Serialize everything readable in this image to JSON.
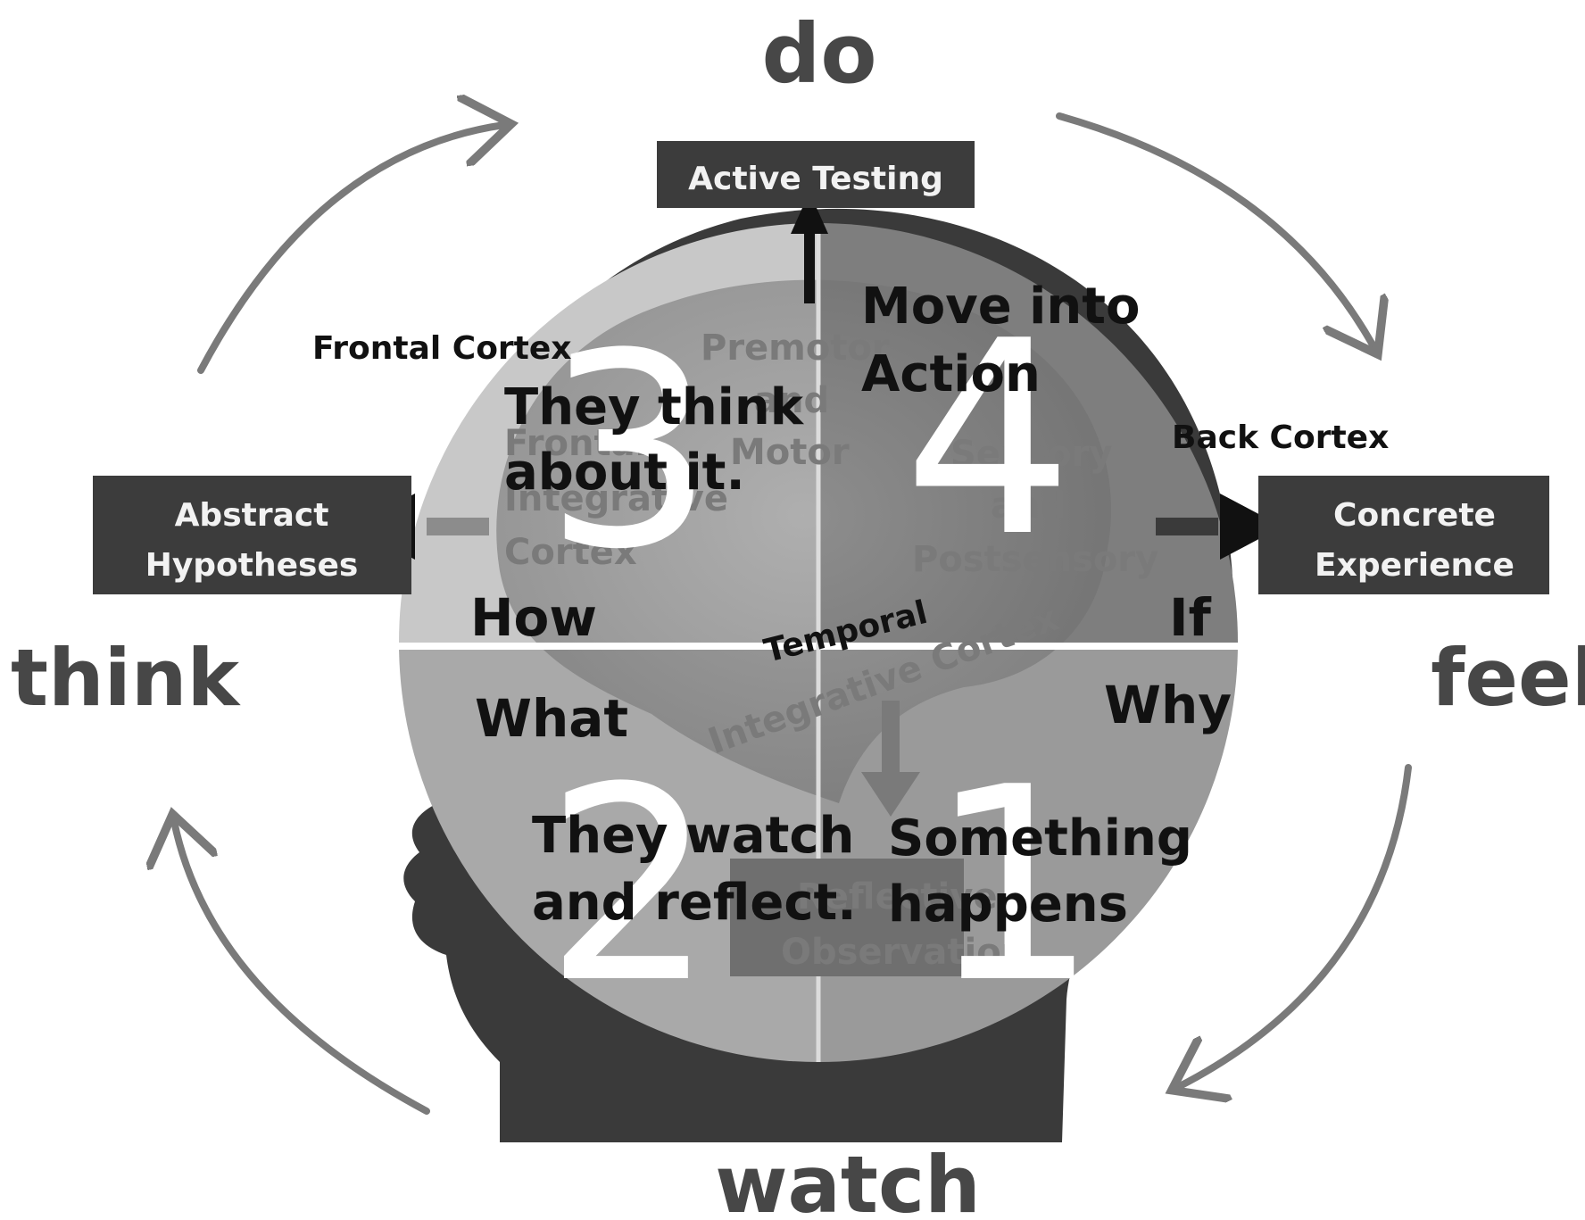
{
  "cycle": {
    "do": "do",
    "feel": "feel",
    "watch": "watch",
    "think": "think"
  },
  "boxes": {
    "active_testing": "Active Testing",
    "abstract_line1": "Abstract",
    "abstract_line2": "Hypotheses",
    "concrete_line1": "Concrete",
    "concrete_line2": "Experience"
  },
  "brain_regions": {
    "frontal": "Frontal Cortex",
    "back": "Back Cortex",
    "premotor_1": "Premotor",
    "premotor_2": "and",
    "premotor_3": "Motor",
    "frontal_int_1": "Frontal",
    "frontal_int_2": "Integrative",
    "frontal_int_3": "Cortex",
    "sensory_1": "Sensory",
    "sensory_2": "and",
    "sensory_3": "Postsensory",
    "temporal_1": "Temporal",
    "temporal_2": "Integrative Cortex",
    "reflective_1": "Reflective",
    "reflective_2": "Observation"
  },
  "quadrants": {
    "q1": {
      "number": "1",
      "caption_1": "Something",
      "caption_2": "happens",
      "question": "Why"
    },
    "q2": {
      "number": "2",
      "caption_1": "They watch",
      "caption_2": "and reflect.",
      "question": "What"
    },
    "q3": {
      "number": "3",
      "caption_1": "They think",
      "caption_2": "about it.",
      "question": "How"
    },
    "q4": {
      "number": "4",
      "caption_1": "Move into",
      "caption_2": "Action",
      "question": "If"
    }
  },
  "colors": {
    "box_fill": "#3c3c3c",
    "arrow_gray": "#7a7a7a",
    "head_dark": "#3a3a3a",
    "circle_overlay": "#c9c9c9"
  }
}
